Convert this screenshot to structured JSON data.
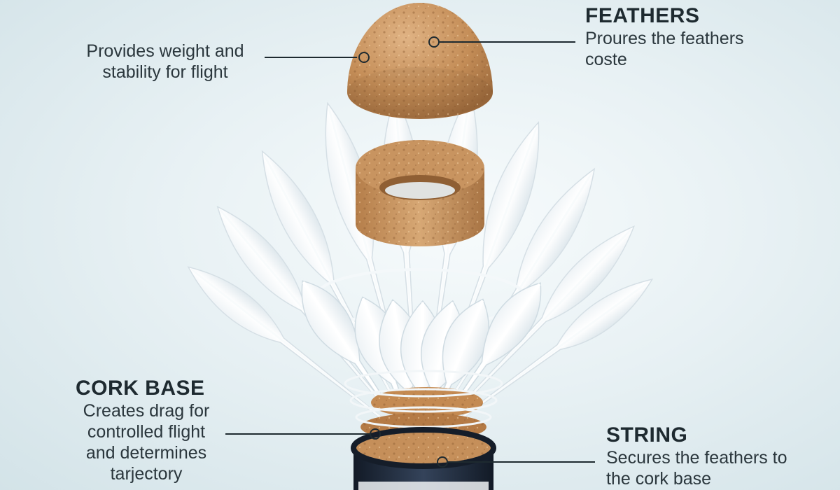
{
  "callouts": {
    "weight": {
      "body_lines": [
        "Provides weight and",
        "stability for flight"
      ]
    },
    "feathers": {
      "title": "FEATHERS",
      "body_lines": [
        "Proures the feathers",
        "coste"
      ]
    },
    "cork_base": {
      "title": "CORK BASE",
      "body_lines": [
        "Creates drag for",
        "controlled flight",
        "and determines",
        "tarjectory"
      ]
    },
    "string": {
      "title": "STRING",
      "body_lines": [
        "Secures the feathers to",
        "the cork base"
      ]
    }
  },
  "colors": {
    "cork": "#c9925c",
    "cork_dark": "#a8703f",
    "feather": "#ffffff",
    "band": "#1f2a3a",
    "text": "#1e2a30"
  }
}
